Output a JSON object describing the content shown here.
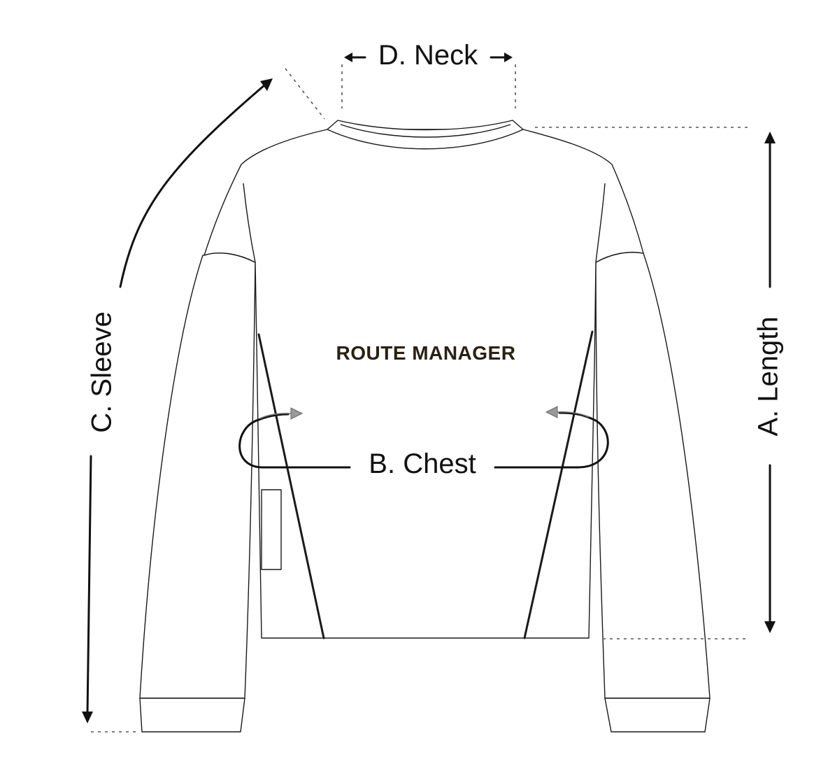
{
  "diagram": {
    "brand_text": "ROUTE MANAGER",
    "labels": {
      "length": "A. Length",
      "chest": "B. Chest",
      "sleeve": "C. Sleeve",
      "neck": "D. Neck"
    },
    "colors": {
      "outline": "#1a1a1a",
      "brand": "#2a2013",
      "dotted_guides": "#555555"
    }
  }
}
